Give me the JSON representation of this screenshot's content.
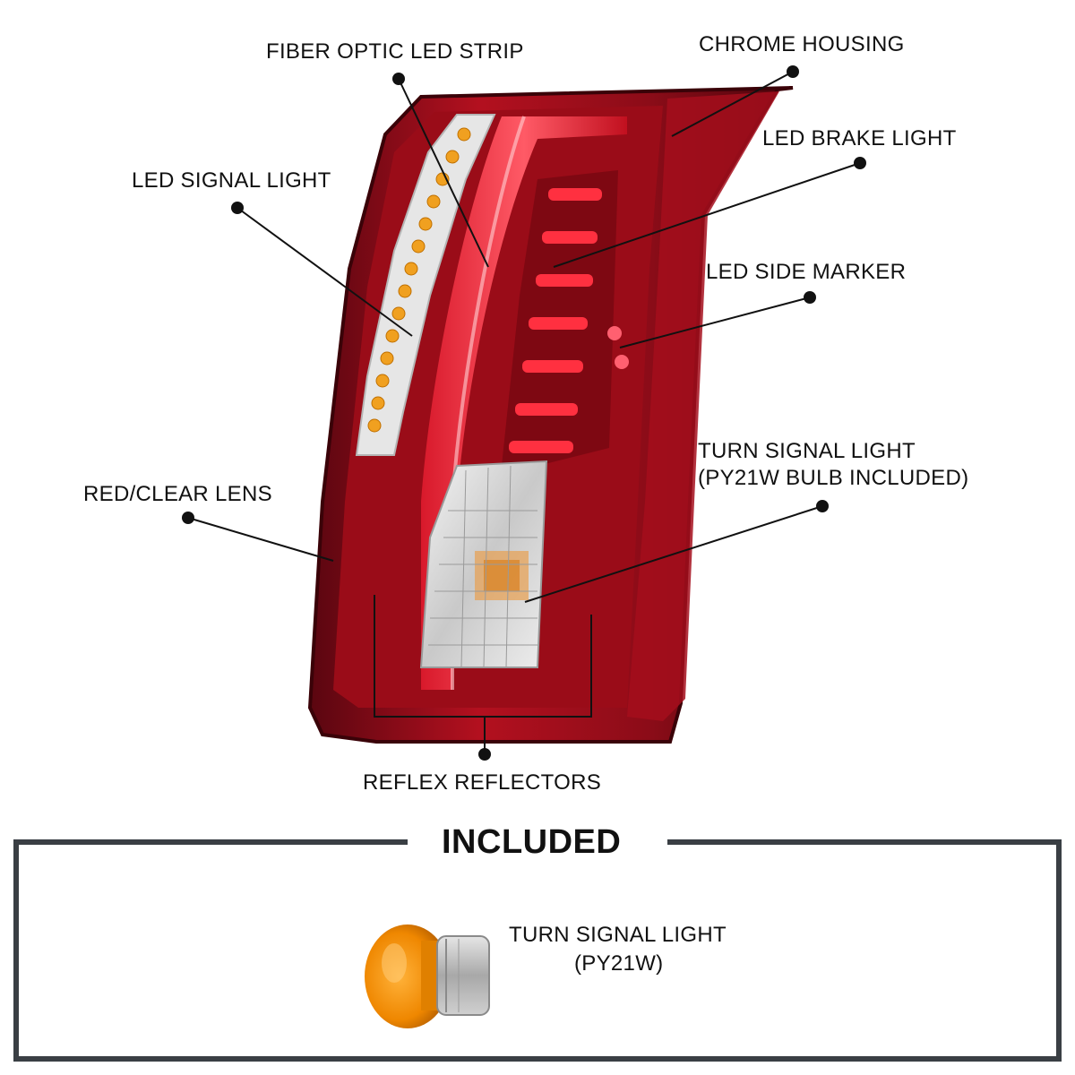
{
  "callouts": {
    "fiber_optic": "FIBER OPTIC LED STRIP",
    "chrome_housing": "CHROME HOUSING",
    "brake_light": "LED BRAKE LIGHT",
    "signal_light": "LED SIGNAL LIGHT",
    "side_marker": "LED SIDE MARKER",
    "turn_signal_line1": "TURN SIGNAL LIGHT",
    "turn_signal_line2": "(PY21W BULB INCLUDED)",
    "lens": "RED/CLEAR LENS",
    "reflectors": "REFLEX REFLECTORS"
  },
  "included": {
    "heading": "INCLUDED",
    "bulb_line1": "TURN SIGNAL LIGHT",
    "bulb_line2": "(PY21W)"
  },
  "colors": {
    "lens_red": "#c8102e",
    "dark_red": "#7a0a14",
    "amber": "#f08a00",
    "frame": "#3a3f44"
  }
}
